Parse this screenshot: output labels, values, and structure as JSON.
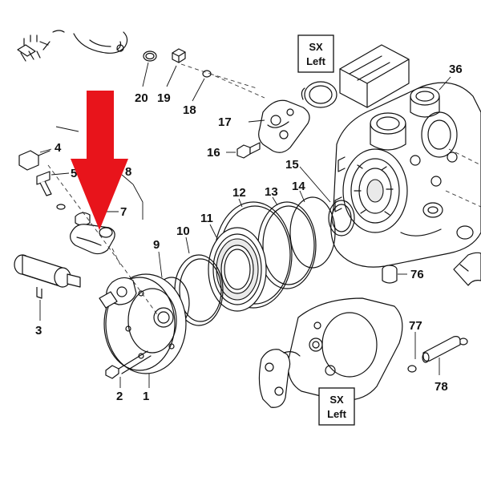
{
  "callouts": [
    {
      "id": "1",
      "text": "1"
    },
    {
      "id": "2",
      "text": "2"
    },
    {
      "id": "3",
      "text": "3"
    },
    {
      "id": "4",
      "text": "4"
    },
    {
      "id": "5",
      "text": "5"
    },
    {
      "id": "7",
      "text": "7"
    },
    {
      "id": "8",
      "text": "8"
    },
    {
      "id": "9",
      "text": "9"
    },
    {
      "id": "10",
      "text": "10"
    },
    {
      "id": "11",
      "text": "11"
    },
    {
      "id": "12",
      "text": "12"
    },
    {
      "id": "13",
      "text": "13"
    },
    {
      "id": "14",
      "text": "14"
    },
    {
      "id": "15",
      "text": "15"
    },
    {
      "id": "16",
      "text": "16"
    },
    {
      "id": "17",
      "text": "17"
    },
    {
      "id": "18",
      "text": "18"
    },
    {
      "id": "19",
      "text": "19"
    },
    {
      "id": "20",
      "text": "20"
    },
    {
      "id": "36",
      "text": "36"
    },
    {
      "id": "76",
      "text": "76"
    },
    {
      "id": "77",
      "text": "77"
    },
    {
      "id": "78",
      "text": "78"
    }
  ],
  "side_labels": {
    "top": {
      "line1": "SX",
      "line2": "Left"
    },
    "bottom": {
      "line1": "SX",
      "line2": "Left"
    }
  },
  "highlight": {
    "color": "#e8141b",
    "target_part": "8"
  }
}
